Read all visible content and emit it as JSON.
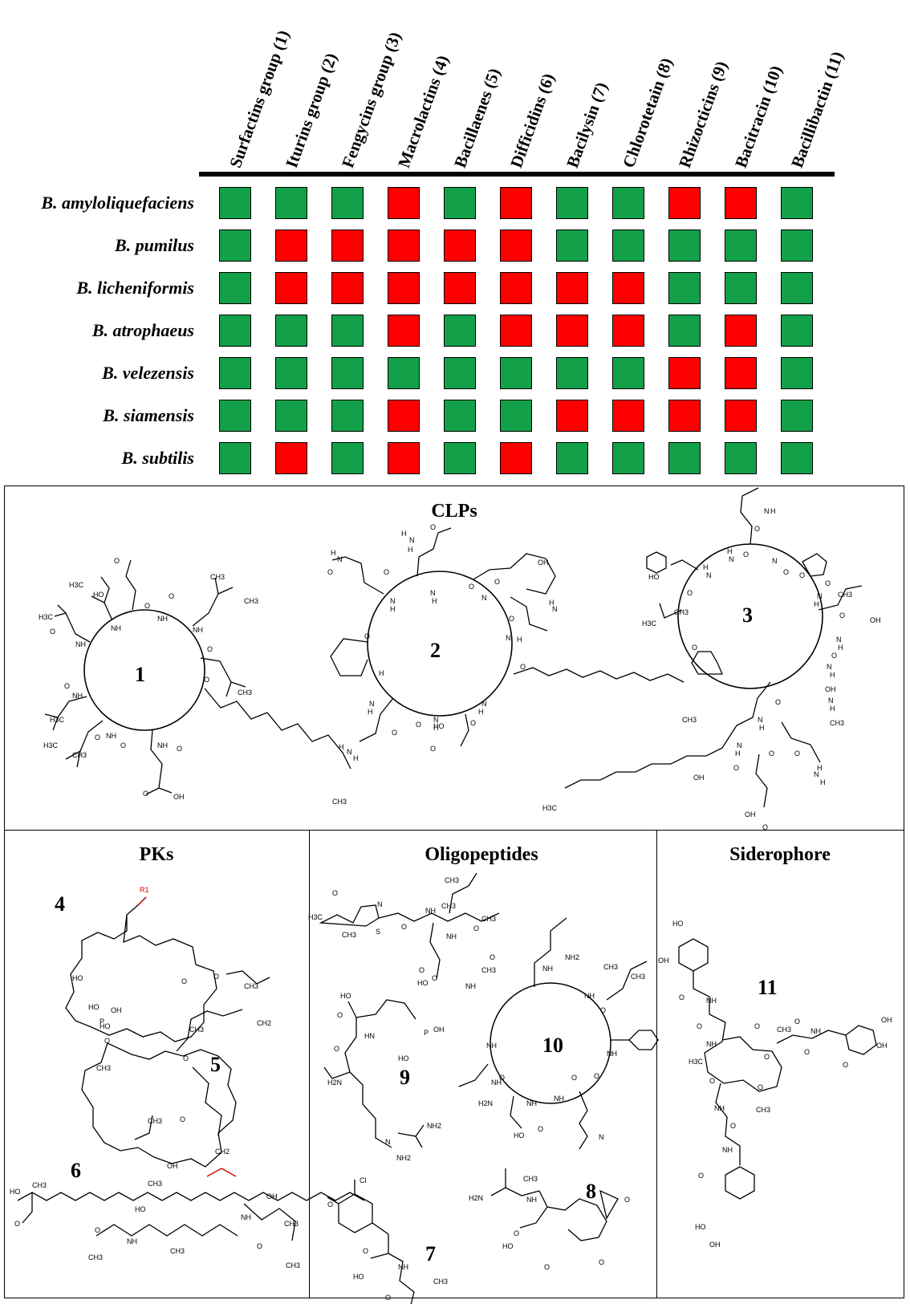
{
  "matrix": {
    "columns": [
      "Surfactins group (1)",
      "Iturins group (2)",
      "Fengycins group (3)",
      "Macrolactins (4)",
      "Bacillaenes (5)",
      "Difficidins (6)",
      "Bacilysin (7)",
      "Chlorotetain (8)",
      "Rhizocticins (9)",
      "Bacitracin (10)",
      "Bacillibactin (11)"
    ],
    "rows": [
      {
        "species": "B. amyloliquefaciens",
        "cells": [
          1,
          1,
          1,
          0,
          1,
          0,
          1,
          1,
          0,
          0,
          1
        ]
      },
      {
        "species": "B. pumilus",
        "cells": [
          1,
          0,
          0,
          0,
          0,
          0,
          1,
          1,
          1,
          1,
          1
        ]
      },
      {
        "species": "B. licheniformis",
        "cells": [
          1,
          0,
          0,
          0,
          0,
          0,
          0,
          0,
          1,
          1,
          1
        ]
      },
      {
        "species": "B. atrophaeus",
        "cells": [
          1,
          1,
          1,
          0,
          1,
          0,
          0,
          0,
          1,
          0,
          1
        ]
      },
      {
        "species": "B. velezensis",
        "cells": [
          1,
          1,
          1,
          1,
          1,
          1,
          1,
          1,
          0,
          0,
          1
        ]
      },
      {
        "species": "B. siamensis",
        "cells": [
          1,
          1,
          1,
          0,
          1,
          1,
          0,
          0,
          0,
          0,
          1
        ]
      },
      {
        "species": "B. subtilis",
        "cells": [
          1,
          0,
          1,
          0,
          1,
          0,
          1,
          1,
          1,
          1,
          1
        ]
      }
    ],
    "colors": {
      "present": "#12a049",
      "absent": "#ff0000"
    }
  },
  "panels": {
    "clps": {
      "title": "CLPs",
      "labels": [
        "1",
        "2",
        "3"
      ]
    },
    "pks": {
      "title": "PKs",
      "labels": [
        "4",
        "5",
        "6"
      ]
    },
    "oligopeptides": {
      "title": "Oligopeptides",
      "labels": [
        "7",
        "8",
        "9",
        "10"
      ]
    },
    "siderophore": {
      "title": "Siderophore",
      "labels": [
        "11"
      ]
    }
  },
  "structure_text": {
    "s1": [
      "HO",
      "O",
      "NH",
      "O",
      "NH",
      "O",
      "NH",
      "CH3",
      "H3C",
      "NH",
      "O",
      "H3C",
      "NH",
      "O",
      "NH",
      "O",
      "H3C",
      "H3C",
      "O",
      "NH",
      "O",
      "O",
      "O",
      "CH3",
      "CH3",
      "CH3",
      "O",
      "OH",
      "CH3"
    ],
    "s2": [
      "H",
      "N",
      "H",
      "O",
      "N",
      "O",
      "O",
      "N",
      "H",
      "N",
      "H",
      "OH",
      "O",
      "N",
      "O",
      "N",
      "H",
      "O",
      "N",
      "H",
      "O",
      "N",
      "H",
      "HO",
      "O",
      "N",
      "H",
      "O",
      "N",
      "H",
      "CH3",
      "O",
      "H",
      "N",
      "H"
    ],
    "s3": [
      "O",
      "N",
      "H",
      "HO",
      "H3C",
      "CH3",
      "O",
      "O",
      "N",
      "H",
      "N",
      "H",
      "O",
      "N",
      "O",
      "O",
      "N",
      "H",
      "O",
      "N",
      "H",
      "CH3",
      "OH",
      "O",
      "N",
      "H",
      "N",
      "H",
      "CH3",
      "OH",
      "O",
      "O",
      "N",
      "H",
      "N",
      "H",
      "O",
      "H3C",
      "OH",
      "O",
      "N",
      "H",
      "H",
      "N",
      "H",
      "OH",
      "O",
      "OH"
    ],
    "s4": [
      "R1",
      "O",
      "O",
      "CH3",
      "HO",
      "HO"
    ],
    "s5": [
      "HO",
      "P",
      "OH",
      "O",
      "O",
      "CH3",
      "CH3",
      "O",
      "CH3",
      "CH2",
      "OH",
      "CH2"
    ],
    "s6": [
      "HO",
      "O",
      "CH3",
      "CH3",
      "O",
      "NH",
      "HO",
      "CH3",
      "CH3",
      "NH",
      "OH",
      "O",
      "CH3",
      "CH3"
    ],
    "s7": [
      "Cl",
      "O",
      "HO",
      "O",
      "NH",
      "O",
      "H2N",
      "CH3"
    ],
    "s8": [
      "CH3",
      "H2N",
      "NH",
      "O",
      "HO",
      "O",
      "O",
      "O"
    ],
    "s9": [
      "HO",
      "O",
      "HN",
      "O",
      "H2N",
      "O",
      "P",
      "OH",
      "HO",
      "N",
      "NH2",
      "NH2"
    ],
    "s10": [
      "O",
      "N",
      "S",
      "O",
      "NH",
      "CH3",
      "H3C",
      "CH3",
      "NH",
      "O",
      "CH3",
      "NH2",
      "NH",
      "O",
      "HO",
      "O",
      "O",
      "NH",
      "CH3",
      "NH",
      "O",
      "NH",
      "NH",
      "NH",
      "O",
      "H2N",
      "O",
      "NH",
      "NH",
      "O",
      "HO",
      "O",
      "NH",
      "N"
    ],
    "s11": [
      "HO",
      "OH",
      "O",
      "NH",
      "O",
      "NH",
      "O",
      "O",
      "CH3",
      "H3C",
      "O",
      "O",
      "O",
      "NH",
      "CH3",
      "O",
      "NH",
      "OH",
      "OH",
      "O",
      "NH",
      "O",
      "HO",
      "OH"
    ]
  }
}
